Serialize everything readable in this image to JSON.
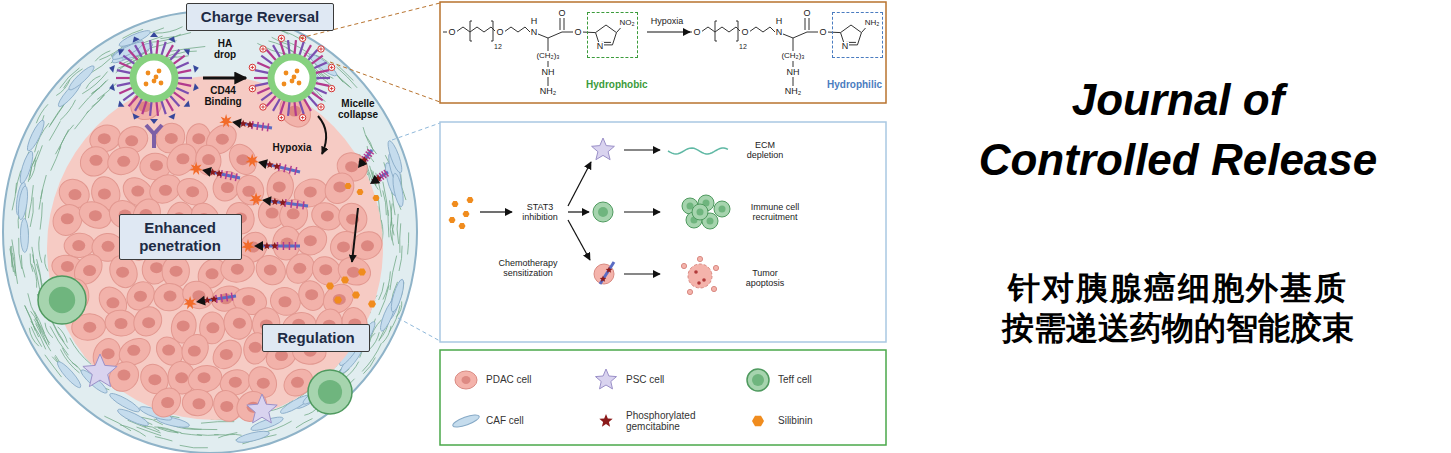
{
  "diagram": {
    "title": "Journal of Controlled Release",
    "caption": "针对胰腺癌细胞外基质按需递送药物的智能胶束",
    "nodes": [
      {
        "text": [
          "Charge Reversal"
        ]
      },
      {
        "text": [
          "Enhanced penetration"
        ]
      },
      {
        "text": [
          "Regulation"
        ]
      },
      {
        "text": [
          "Hydrophobic"
        ]
      },
      {
        "text": [
          "Hydrophilic"
        ]
      }
    ],
    "labels": [
      "HA drop",
      "CD44 Binding",
      "Hypoxia",
      "Micelle collapse",
      "Hypoxia",
      "O",
      "12",
      "O",
      "H",
      "N",
      "O",
      "O",
      "(CH₂)₃",
      "NH",
      "NH₂",
      "N",
      "NO₂",
      "O",
      "12",
      "O",
      "H",
      "N",
      "O",
      "O",
      "(CH₂)₃",
      "NH",
      "NH₂",
      "N",
      "NH₂",
      "STAT3 inhibition",
      "ECM depletion",
      "Immune cell recruitment",
      "Chemotherapy sensitization",
      "Tumor apoptosis"
    ],
    "legend": [
      {
        "text": "PDAC cell",
        "color": "#f4b3ab"
      },
      {
        "text": "PSC cell",
        "color": "#d9d3ef"
      },
      {
        "text": "Teff cell",
        "color": "#a6d4ae"
      },
      {
        "text": "CAF cell",
        "color": "#c5dced"
      },
      {
        "text": "Phosphorylated gemcitabine",
        "color": "#8b1a1a"
      },
      {
        "text": "Silibinin",
        "color": "#f08c1e"
      }
    ]
  }
}
